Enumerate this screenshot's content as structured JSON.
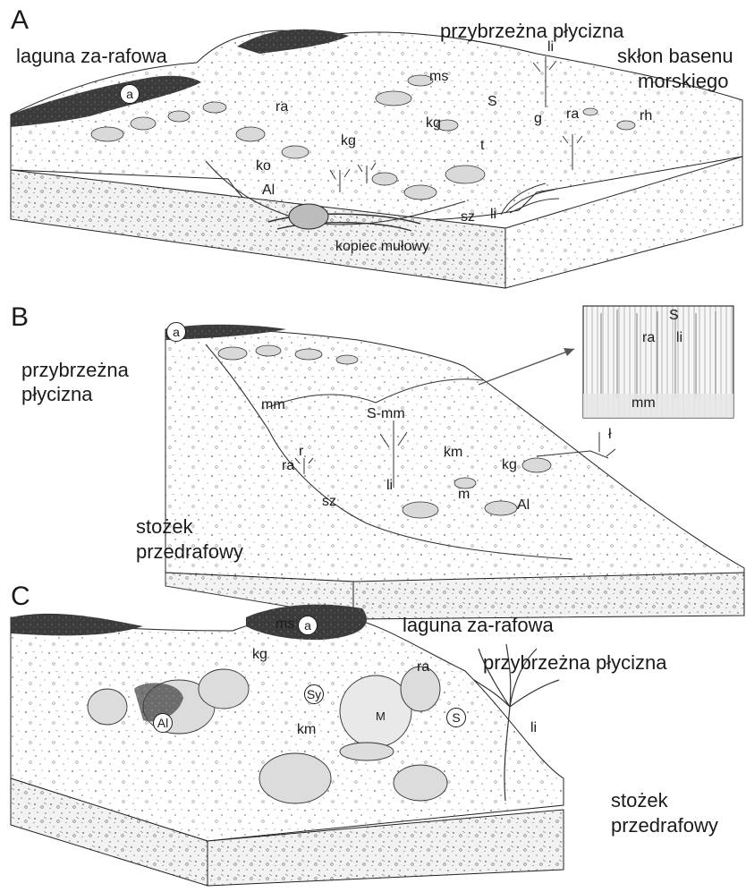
{
  "panels": {
    "a": {
      "letter": "A",
      "labels": {
        "lagoon": "laguna za-rafowa",
        "shallows": "przybrzeżna płycizna",
        "slope_line1": "skłon basenu",
        "slope_line2": "morskiego",
        "mound": "kopiec mułowy",
        "circled_a": "a",
        "ra1": "ra",
        "ms": "ms",
        "S": "S",
        "g": "g",
        "ra2": "ra",
        "rh": "rh",
        "kg1": "kg",
        "kg2": "kg",
        "t": "t",
        "ko": "ko",
        "Al": "Al",
        "sz": "sz",
        "li1": "li",
        "li2": "li"
      }
    },
    "b": {
      "letter": "B",
      "labels": {
        "shallows_line1": "przybrzeżna",
        "shallows_line2": "płycizna",
        "cone_line1": "stożek",
        "cone_line2": "przedrafowy",
        "circled_a": "a",
        "mm": "mm",
        "S_mm": "S-mm",
        "r": "r",
        "ra": "ra",
        "km": "km",
        "kg": "kg",
        "l_slash": "ł",
        "li": "li",
        "sz": "sz",
        "m": "m",
        "Al": "Al"
      },
      "inset": {
        "S": "S",
        "ra": "ra",
        "li": "li",
        "mm": "mm"
      }
    },
    "c": {
      "letter": "C",
      "labels": {
        "lagoon": "laguna za-rafowa",
        "shallows": "przybrzeżna płycizna",
        "cone_line1": "stożek",
        "cone_line2": "przedrafowy",
        "ms": "ms",
        "circled_a": "a",
        "kg": "kg",
        "ra": "ra",
        "circled_Sy": "Sy",
        "circled_Al": "Al",
        "M": "M",
        "circled_S": "S",
        "km": "km",
        "li": "li"
      }
    }
  }
}
